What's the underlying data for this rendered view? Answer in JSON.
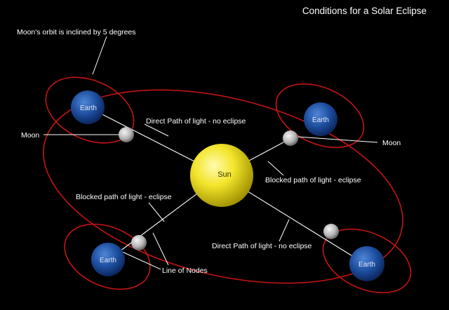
{
  "title": "Conditions for a Solar Eclipse",
  "labels": {
    "inclination": "Moon's orbit is inclined by 5 degrees",
    "moon_left": "Moon",
    "moon_right": "Moon",
    "direct_top": "Direct Path of light - no eclipse",
    "blocked_right": "Blocked path of light - eclipse",
    "blocked_left": "Blocked path of light - eclipse",
    "direct_bottom": "Direct Path of light - no eclipse",
    "line_of_nodes": "Line of Nodes"
  },
  "bodies": {
    "sun": "Sun",
    "earth_top_left": "Earth",
    "earth_top_right": "Earth",
    "earth_bottom_left": "Earth",
    "earth_bottom_right": "Earth"
  },
  "colors": {
    "background": "#000000",
    "orbit": "#cc1111",
    "sun": "#f0e020",
    "earth": "#1e4fa0",
    "moon": "#b8b8b8",
    "line": "#ffffff"
  }
}
